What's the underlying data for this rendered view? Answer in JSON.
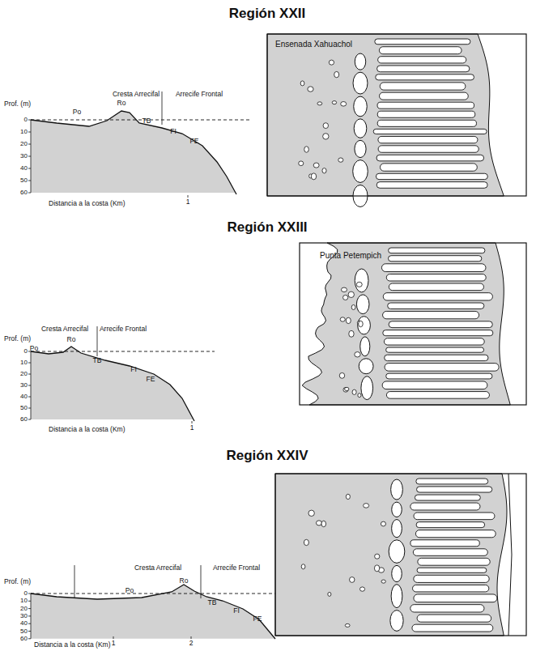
{
  "diagram": {
    "labels": [
      "Región XXII",
      "Ensenada Xahuachol",
      "Prof. (m)",
      "0",
      "10",
      "20",
      "30",
      "40",
      "50",
      "60",
      "Cresta Arrecifal",
      "Arrecife Frontal",
      "Po",
      "Ro",
      "TB",
      "FI",
      "FE",
      "Distancia a la costa (Km)",
      "1",
      "Región XXIII",
      "Punta Petempich",
      "Prof. (m)",
      "0",
      "10",
      "20",
      "30",
      "40",
      "50",
      "60",
      "Cresta Arrecifal",
      "Arrecife Frontal",
      "Po",
      "Ro",
      "TB",
      "FI",
      "FE",
      "Distancia a la costa (Km)",
      "1",
      "Región XXIV",
      "Prof. (m)",
      "0",
      "10",
      "20",
      "30",
      "40",
      "50",
      "60",
      "Cresta Arrecifal",
      "Arrecife Frontal",
      "Po",
      "Ro",
      "TB",
      "FI",
      "FE",
      "Distancia a la costa (Km)",
      "1",
      "2"
    ]
  }
}
